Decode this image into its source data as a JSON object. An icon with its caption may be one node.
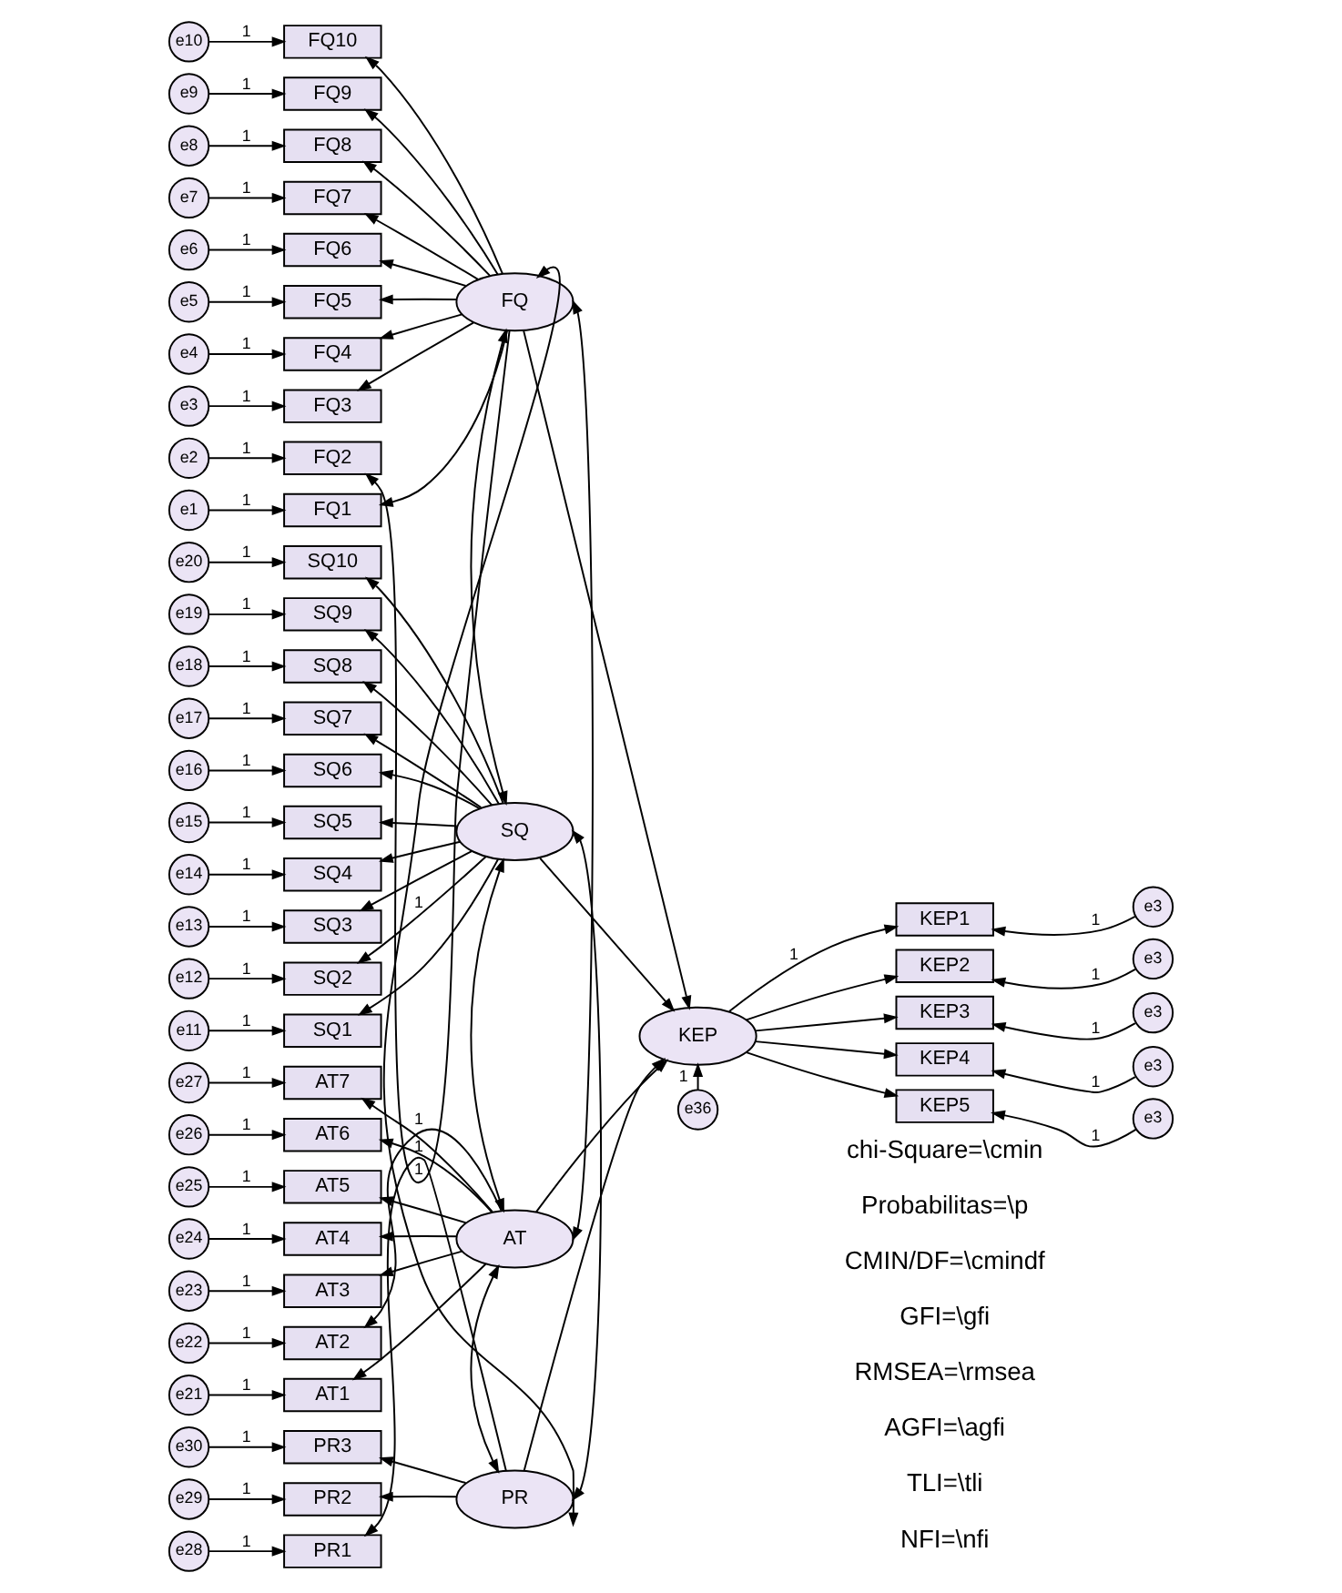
{
  "diagram": {
    "nodes": [
      {
        "text": [
          "FQ"
        ]
      },
      {
        "text": [
          "SQ"
        ]
      },
      {
        "text": [
          "AT"
        ]
      },
      {
        "text": [
          "PR"
        ]
      },
      {
        "text": [
          "KEP"
        ]
      },
      {
        "text": [
          "e36"
        ]
      },
      {
        "text": [
          "e10"
        ]
      },
      {
        "text": [
          "FQ10"
        ]
      },
      {
        "text": [
          "e9"
        ]
      },
      {
        "text": [
          "FQ9"
        ]
      },
      {
        "text": [
          "e8"
        ]
      },
      {
        "text": [
          "FQ8"
        ]
      },
      {
        "text": [
          "e7"
        ]
      },
      {
        "text": [
          "FQ7"
        ]
      },
      {
        "text": [
          "e6"
        ]
      },
      {
        "text": [
          "FQ6"
        ]
      },
      {
        "text": [
          "e5"
        ]
      },
      {
        "text": [
          "FQ5"
        ]
      },
      {
        "text": [
          "e4"
        ]
      },
      {
        "text": [
          "FQ4"
        ]
      },
      {
        "text": [
          "e3"
        ]
      },
      {
        "text": [
          "FQ3"
        ]
      },
      {
        "text": [
          "e2"
        ]
      },
      {
        "text": [
          "FQ2"
        ]
      },
      {
        "text": [
          "e1"
        ]
      },
      {
        "text": [
          "FQ1"
        ]
      },
      {
        "text": [
          "e20"
        ]
      },
      {
        "text": [
          "SQ10"
        ]
      },
      {
        "text": [
          "e19"
        ]
      },
      {
        "text": [
          "SQ9"
        ]
      },
      {
        "text": [
          "e18"
        ]
      },
      {
        "text": [
          "SQ8"
        ]
      },
      {
        "text": [
          "e17"
        ]
      },
      {
        "text": [
          "SQ7"
        ]
      },
      {
        "text": [
          "e16"
        ]
      },
      {
        "text": [
          "SQ6"
        ]
      },
      {
        "text": [
          "e15"
        ]
      },
      {
        "text": [
          "SQ5"
        ]
      },
      {
        "text": [
          "e14"
        ]
      },
      {
        "text": [
          "SQ4"
        ]
      },
      {
        "text": [
          "e13"
        ]
      },
      {
        "text": [
          "SQ3"
        ]
      },
      {
        "text": [
          "e12"
        ]
      },
      {
        "text": [
          "SQ2"
        ]
      },
      {
        "text": [
          "e11"
        ]
      },
      {
        "text": [
          "SQ1"
        ]
      },
      {
        "text": [
          "e27"
        ]
      },
      {
        "text": [
          "AT7"
        ]
      },
      {
        "text": [
          "e26"
        ]
      },
      {
        "text": [
          "AT6"
        ]
      },
      {
        "text": [
          "e25"
        ]
      },
      {
        "text": [
          "AT5"
        ]
      },
      {
        "text": [
          "e24"
        ]
      },
      {
        "text": [
          "AT4"
        ]
      },
      {
        "text": [
          "e23"
        ]
      },
      {
        "text": [
          "AT3"
        ]
      },
      {
        "text": [
          "e22"
        ]
      },
      {
        "text": [
          "AT2"
        ]
      },
      {
        "text": [
          "e21"
        ]
      },
      {
        "text": [
          "AT1"
        ]
      },
      {
        "text": [
          "e30"
        ]
      },
      {
        "text": [
          "PR3"
        ]
      },
      {
        "text": [
          "e29"
        ]
      },
      {
        "text": [
          "PR2"
        ]
      },
      {
        "text": [
          "e28"
        ]
      },
      {
        "text": [
          "PR1"
        ]
      },
      {
        "text": [
          "KEP1"
        ]
      },
      {
        "text": [
          "e3"
        ]
      },
      {
        "text": [
          "KEP2"
        ]
      },
      {
        "text": [
          "e3"
        ]
      },
      {
        "text": [
          "KEP3"
        ]
      },
      {
        "text": [
          "e3"
        ]
      },
      {
        "text": [
          "KEP4"
        ]
      },
      {
        "text": [
          "e3"
        ]
      },
      {
        "text": [
          "KEP5"
        ]
      },
      {
        "text": [
          "e3"
        ]
      }
    ],
    "edges": [
      {
        "from": 6,
        "to": 7,
        "arrow": "to",
        "label": "1"
      },
      {
        "from": 0,
        "to": 7,
        "arrow": "to"
      },
      {
        "from": 8,
        "to": 9,
        "arrow": "to",
        "label": "1"
      },
      {
        "from": 0,
        "to": 9,
        "arrow": "to"
      },
      {
        "from": 10,
        "to": 11,
        "arrow": "to",
        "label": "1"
      },
      {
        "from": 0,
        "to": 11,
        "arrow": "to"
      },
      {
        "from": 12,
        "to": 13,
        "arrow": "to",
        "label": "1"
      },
      {
        "from": 0,
        "to": 13,
        "arrow": "to"
      },
      {
        "from": 14,
        "to": 15,
        "arrow": "to",
        "label": "1"
      },
      {
        "from": 0,
        "to": 15,
        "arrow": "to"
      },
      {
        "from": 16,
        "to": 17,
        "arrow": "to",
        "label": "1"
      },
      {
        "from": 0,
        "to": 17,
        "arrow": "to"
      },
      {
        "from": 18,
        "to": 19,
        "arrow": "to",
        "label": "1"
      },
      {
        "from": 0,
        "to": 19,
        "arrow": "to"
      },
      {
        "from": 20,
        "to": 21,
        "arrow": "to",
        "label": "1"
      },
      {
        "from": 0,
        "to": 21,
        "arrow": "to"
      },
      {
        "from": 22,
        "to": 23,
        "arrow": "to",
        "label": "1"
      },
      {
        "from": 0,
        "to": 23,
        "arrow": "to",
        "label": "1"
      },
      {
        "from": 24,
        "to": 25,
        "arrow": "to",
        "label": "1"
      },
      {
        "from": 0,
        "to": 25,
        "arrow": "to"
      },
      {
        "from": 26,
        "to": 27,
        "arrow": "to",
        "label": "1"
      },
      {
        "from": 1,
        "to": 27,
        "arrow": "to"
      },
      {
        "from": 28,
        "to": 29,
        "arrow": "to",
        "label": "1"
      },
      {
        "from": 1,
        "to": 29,
        "arrow": "to"
      },
      {
        "from": 30,
        "to": 31,
        "arrow": "to",
        "label": "1"
      },
      {
        "from": 1,
        "to": 31,
        "arrow": "to"
      },
      {
        "from": 32,
        "to": 33,
        "arrow": "to",
        "label": "1"
      },
      {
        "from": 1,
        "to": 33,
        "arrow": "to"
      },
      {
        "from": 34,
        "to": 35,
        "arrow": "to",
        "label": "1"
      },
      {
        "from": 1,
        "to": 35,
        "arrow": "to"
      },
      {
        "from": 36,
        "to": 37,
        "arrow": "to",
        "label": "1"
      },
      {
        "from": 1,
        "to": 37,
        "arrow": "to"
      },
      {
        "from": 38,
        "to": 39,
        "arrow": "to",
        "label": "1"
      },
      {
        "from": 1,
        "to": 39,
        "arrow": "to"
      },
      {
        "from": 40,
        "to": 41,
        "arrow": "to",
        "label": "1"
      },
      {
        "from": 1,
        "to": 41,
        "arrow": "to"
      },
      {
        "from": 42,
        "to": 43,
        "arrow": "to",
        "label": "1"
      },
      {
        "from": 1,
        "to": 43,
        "arrow": "to",
        "label": "1"
      },
      {
        "from": 44,
        "to": 45,
        "arrow": "to",
        "label": "1"
      },
      {
        "from": 1,
        "to": 45,
        "arrow": "to"
      },
      {
        "from": 46,
        "to": 47,
        "arrow": "to",
        "label": "1"
      },
      {
        "from": 2,
        "to": 47,
        "arrow": "to"
      },
      {
        "from": 48,
        "to": 49,
        "arrow": "to",
        "label": "1"
      },
      {
        "from": 2,
        "to": 49,
        "arrow": "to"
      },
      {
        "from": 50,
        "to": 51,
        "arrow": "to",
        "label": "1"
      },
      {
        "from": 2,
        "to": 51,
        "arrow": "to"
      },
      {
        "from": 52,
        "to": 53,
        "arrow": "to",
        "label": "1"
      },
      {
        "from": 2,
        "to": 53,
        "arrow": "to"
      },
      {
        "from": 54,
        "to": 55,
        "arrow": "to",
        "label": "1"
      },
      {
        "from": 2,
        "to": 55,
        "arrow": "to"
      },
      {
        "from": 56,
        "to": 57,
        "arrow": "to",
        "label": "1"
      },
      {
        "from": 2,
        "to": 57,
        "arrow": "to",
        "label": "1"
      },
      {
        "from": 58,
        "to": 59,
        "arrow": "to",
        "label": "1"
      },
      {
        "from": 2,
        "to": 59,
        "arrow": "to"
      },
      {
        "from": 60,
        "to": 61,
        "arrow": "to",
        "label": "1"
      },
      {
        "from": 3,
        "to": 61,
        "arrow": "to"
      },
      {
        "from": 62,
        "to": 63,
        "arrow": "to",
        "label": "1"
      },
      {
        "from": 3,
        "to": 63,
        "arrow": "to"
      },
      {
        "from": 64,
        "to": 65,
        "arrow": "to",
        "label": "1"
      },
      {
        "from": 3,
        "to": 65,
        "arrow": "to",
        "label": "1"
      },
      {
        "from": 0,
        "to": 1,
        "arrow": "both"
      },
      {
        "from": 0,
        "to": 2,
        "arrow": "both"
      },
      {
        "from": 0,
        "to": 3,
        "arrow": "both"
      },
      {
        "from": 1,
        "to": 2,
        "arrow": "both"
      },
      {
        "from": 1,
        "to": 3,
        "arrow": "both"
      },
      {
        "from": 2,
        "to": 3,
        "arrow": "both"
      },
      {
        "from": 0,
        "to": 4,
        "arrow": "to"
      },
      {
        "from": 1,
        "to": 4,
        "arrow": "to"
      },
      {
        "from": 2,
        "to": 4,
        "arrow": "to"
      },
      {
        "from": 3,
        "to": 4,
        "arrow": "to"
      },
      {
        "from": 5,
        "to": 4,
        "arrow": "to",
        "label": "1"
      },
      {
        "from": 4,
        "to": 66,
        "arrow": "to",
        "label": "1"
      },
      {
        "from": 67,
        "to": 66,
        "arrow": "to",
        "label": "1"
      },
      {
        "from": 4,
        "to": 68,
        "arrow": "to"
      },
      {
        "from": 69,
        "to": 68,
        "arrow": "to",
        "label": "1"
      },
      {
        "from": 4,
        "to": 70,
        "arrow": "to"
      },
      {
        "from": 71,
        "to": 70,
        "arrow": "to",
        "label": "1"
      },
      {
        "from": 4,
        "to": 72,
        "arrow": "to"
      },
      {
        "from": 73,
        "to": 72,
        "arrow": "to",
        "label": "1"
      },
      {
        "from": 4,
        "to": 74,
        "arrow": "to"
      },
      {
        "from": 75,
        "to": 74,
        "arrow": "to",
        "label": "1"
      }
    ],
    "labels": [
      "chi-Square=\\cmin",
      "Probabilitas=\\p",
      "CMIN/DF=\\cmindf",
      "GFI=\\gfi",
      "RMSEA=\\rmsea",
      "AGFI=\\agfi",
      "TLI=\\tli",
      "NFI=\\nfi"
    ]
  }
}
